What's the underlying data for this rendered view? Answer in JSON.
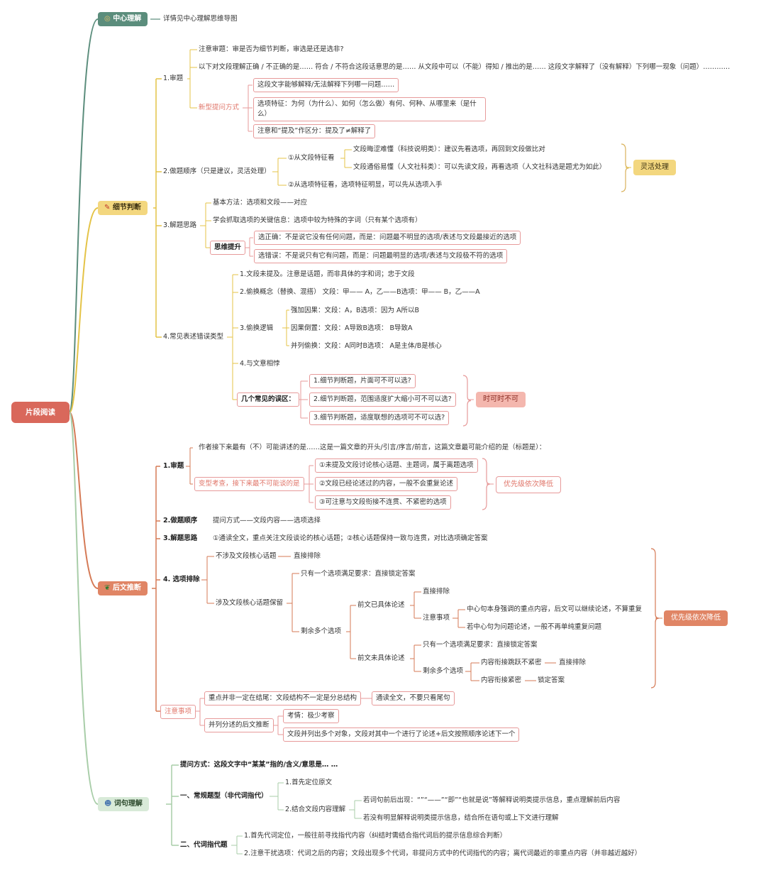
{
  "root": "片段阅读",
  "central": {
    "label": "中心理解",
    "note": "详情见中心理解思维导图"
  },
  "detail": {
    "label": "细节判断",
    "s1": {
      "title": "1.审题",
      "l1": "注意审题：审是否为细节判断，审选是还是选非?",
      "l2": "以下对文段理解正确 / 不正确的是…… 符合 / 不符合这段话意思的是…… 从文段中可以（不能）得知 / 推出的是…… 这段文字解释了（没有解释）下列哪一现象（问题）…………",
      "new_title": "新型提问方式",
      "n1": "这段文字能够解释/无法解释下列哪一问题……",
      "n2": "选项特征：为何（为什么）、如何（怎么做）有何、何种、从哪里来（是什么）",
      "n3": "注意和“提及”作区分：提及了≠解释了"
    },
    "s2": {
      "title": "2.做题顺序（只是建议，灵活处理）",
      "a": "①从文段特征看",
      "a1": "文段晦涩难懂（科技说明类）：建议先看选项，再回到文段做比对",
      "a2": "文段通俗易懂（人文社科类）：可以先读文段，再看选项（人文社科选是题尤为如此）",
      "b": "②从选项特征看，选项特征明显，可以先从选项入手",
      "tag": "灵活处理"
    },
    "s3": {
      "title": "3.解题思路",
      "l1": "基本方法：选项和文段——对应",
      "l2": "学会抓取选项的关键信息：选项中较为特殊的字词（只有某个选项有）",
      "think": "思维提升",
      "t1": "选正确：不是说它没有任何问题，而是：问题最不明显的选项/表述与文段最接近的选项",
      "t2": "选错误：不是说只有它有问题，而是：问题最明显的选项/表述与文段极不符的选项"
    },
    "s4": {
      "title": "4.常见表述错误类型",
      "e1": "1.文段未提及。注意是话题，而非具体的字和词；忠于文段",
      "e2": "2.偷换概念（替换、混搭） 文段：甲——  A，乙——B选项：甲——       B，乙——A",
      "e3": "3.偷换逻辑",
      "e3a": "强加因果：文段：A，B选项：因为      A所以B",
      "e3b": "因果倒置：文段：A导致B选项：    B导致A",
      "e3c": "并列偷换：文段：A同时B选项：    A是主体/B是核心",
      "e4": "4.与文意相悖",
      "m": "几个常见的误区：",
      "m1": "1.细节判断题，片面可不可以选?",
      "m2": "2.细节判断题，范围适度扩大缩小可不可以选?",
      "m3": "3.细节判断题，适度联想的选项可不可以选?",
      "tag": "时可时不可"
    }
  },
  "infer": {
    "label": "后文推断",
    "s1": {
      "title": "1.审题",
      "l1": "作者接下来最有（不）可能讲述的是……这是一篇文章的开头/引言/序言/前言，这篇文章最可能介绍的是（标题是）：",
      "var": "变型考查，接下来最不可能谈的是",
      "v1": "①未提及文段讨论核心话题、主题词，属于离题选项",
      "v2": "②文段已经论述过的内容，一般不会重复论述",
      "v3": "③可注意与文段衔接不连贯、不紧密的选项",
      "tag": "优先级依次降低"
    },
    "s2": {
      "title": "2.做题顺序",
      "text": "提问方式——文段内容——选项选择"
    },
    "s3": {
      "title": "3.解题思路",
      "text": "①通读全文，重点关注文段谈论的核心话题；②核心话题保持一致与连贯，对比选项确定答案"
    },
    "s4": {
      "title": "4. 选项排除",
      "a": "不涉及文段核心话题",
      "a1": "直接排除",
      "b": "涉及文段核心话题保留",
      "b1": "只有一个选项满足要求：直接锁定答案",
      "b2": "剩余多个选项",
      "c1": "前文已具体论述",
      "c1a": "直接排除",
      "c1b": "注意事项",
      "c1b1": "中心句本身强调的重点内容，后文可以继续论述，不算重复",
      "c1b2": "若中心句为问题论述，一般不再单纯重复问题",
      "c2": "前文未具体论述",
      "c2a": "只有一个选项满足要求：直接锁定答案",
      "c2b": "剩余多个选项",
      "d1": "内容衔接跳跃不紧密",
      "d1r": "直接排除",
      "d2": "内容衔接紧密",
      "d2r": "锁定答案",
      "tag": "优先级依次降低"
    },
    "s5": {
      "title": "注意事项",
      "n1": "重点并非一定在结尾：文段结构不一定是分总结构",
      "n1r": "通读全文，不要只看尾句",
      "n2": "并列分述的后文推断",
      "n2a": "考情：极少考察",
      "n2b": "文段并列出多个对象，文段对其中一个进行了论述+后文按照顺序论述下一个"
    }
  },
  "word": {
    "label": "词句理解",
    "q": "提问方式：这段文字中“某某”指的/含义/意思是… …",
    "r1": "一、常规题型（非代词指代）",
    "r1a": "1.首先定位原文",
    "r1b": "2.结合文段内容理解",
    "r1b1": "若词句前后出现：“”“——”“即”“也就是说”等解释说明类提示信息，重点理解前后内容",
    "r1b2": "若没有明显解释说明类提示信息，结合所在语句或上下文进行理解",
    "r2": "二、代词指代题",
    "r2a": "1.首先代词定位，一般往前寻找指代内容（纠结时需结合指代词后的提示信息综合判断）",
    "r2b": "2.注意干扰选项：代词之后的内容；文段出现多个代词，非提问方式中的代词指代的内容；离代词最近的非重点内容（并非越近越好）"
  },
  "colors": {
    "root": "#d9685b",
    "central_bg": "#5b8d7c",
    "detail_bg": "#f3d77f",
    "infer_bg": "#e08565",
    "word_bg": "#d8ead8",
    "tag_yellow": "#f3d77f",
    "tag_pink": "#f4b7ae",
    "tag_orange": "#e08565",
    "branch_central": "#5b8d7c",
    "branch_detail": "#e4c347",
    "branch_infer": "#d57a56",
    "branch_word": "#a8cda8",
    "box_border": "#e79a9a"
  },
  "icons": [
    "target-icon",
    "pencil-icon",
    "leaf-icon",
    "people-icon"
  ]
}
